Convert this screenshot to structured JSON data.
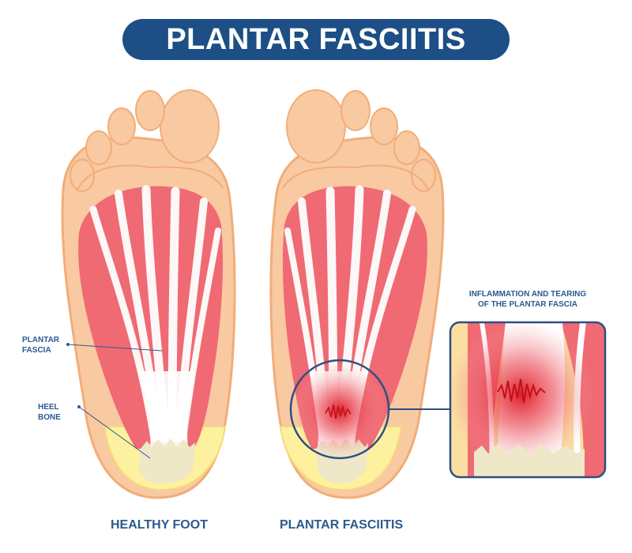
{
  "title": "PLANTAR FASCIITIS",
  "labels": {
    "plantar_fascia_line1": "PLANTAR",
    "plantar_fascia_line2": "FASCIA",
    "heel_bone_line1": "HEEL",
    "heel_bone_line2": "BONE",
    "callout_line1": "INFLAMMATION AND TEARING",
    "callout_line2": "OF THE PLANTAR FASCIA"
  },
  "captions": {
    "left": "HEALTHY FOOT",
    "right": "PLANTAR FASCIITIS"
  },
  "colors": {
    "title_bg": "#1d4f86",
    "label_text": "#2a5a8f",
    "skin": "#f9c9a2",
    "skin_outline": "#f2ad78",
    "fascia_red": "#ef6a73",
    "heel_bone": "#eee7c8",
    "inflammation": "#e0141f"
  }
}
